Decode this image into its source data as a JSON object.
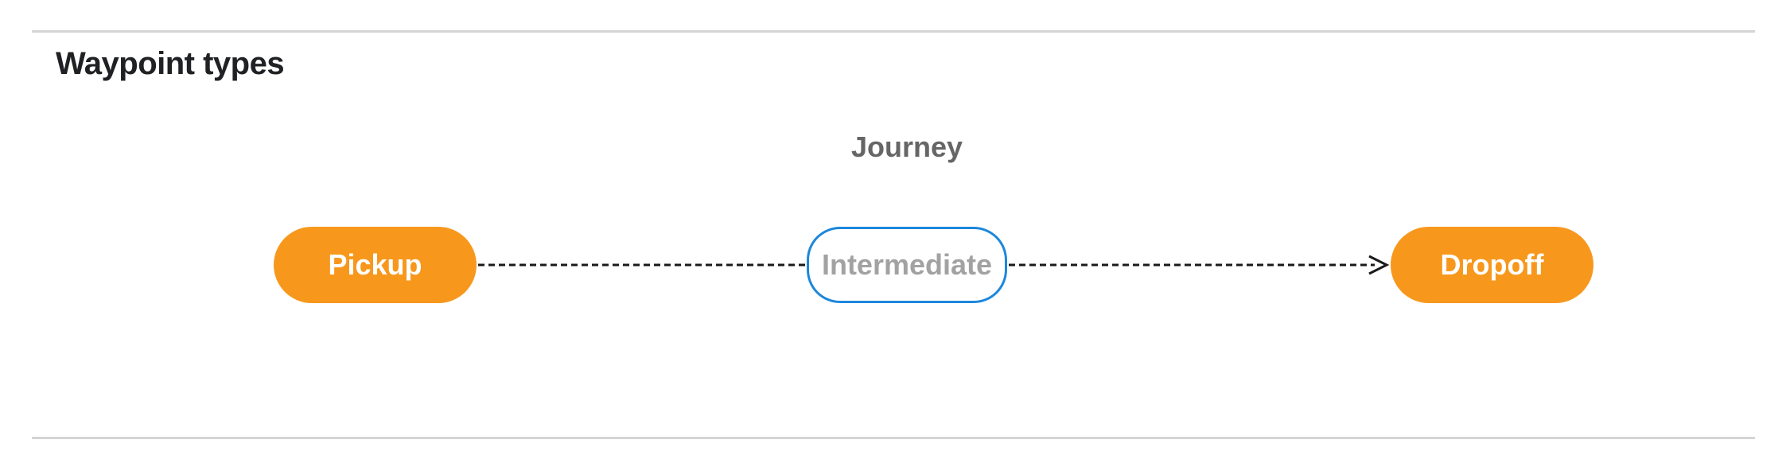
{
  "section": {
    "title": "Waypoint types"
  },
  "diagram": {
    "group_label": "Journey",
    "nodes": [
      {
        "id": "pickup",
        "label": "Pickup",
        "variant": "filled"
      },
      {
        "id": "intermediate",
        "label": "Intermediate",
        "variant": "outlined"
      },
      {
        "id": "dropoff",
        "label": "Dropoff",
        "variant": "filled"
      }
    ],
    "edges": [
      {
        "from": "pickup",
        "to": "intermediate",
        "style": "dashed",
        "arrowhead": false
      },
      {
        "from": "intermediate",
        "to": "dropoff",
        "style": "dashed",
        "arrowhead": true
      }
    ]
  },
  "theme": {
    "terminal_node_fill": "#F7981D",
    "terminal_node_text": "#FFFFFF",
    "via_node_border": "#1C87DC",
    "via_node_fill": "#FFFFFF",
    "via_node_text": "#A2A2A2",
    "journey_label_color": "#666666",
    "heading_color": "#202124",
    "connector_color": "#1A1A1A",
    "divider_color": "#D4D4D4",
    "background": "#FFFFFF"
  }
}
